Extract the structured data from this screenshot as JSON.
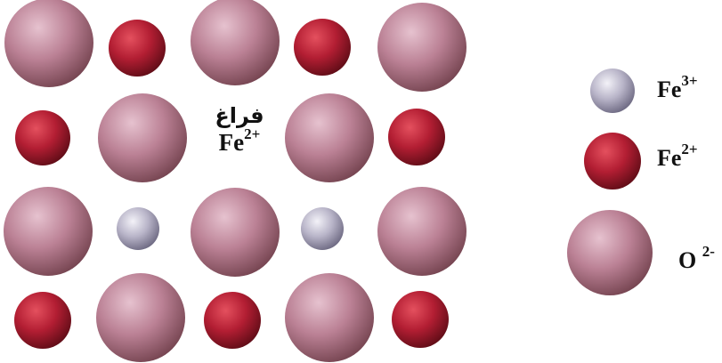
{
  "vacancy": {
    "word": "فراغ",
    "symbol": "Fe",
    "charge": "2+"
  },
  "legend": [
    {
      "kind": "fe3",
      "symbol": "Fe",
      "charge": "3+"
    },
    {
      "kind": "fe2",
      "symbol": "Fe",
      "charge": "2+"
    },
    {
      "kind": "o2",
      "symbol": "O",
      "charge": "2-"
    }
  ],
  "lattice": {
    "rows": [
      [
        "O2-",
        "Fe2+",
        "O2-",
        "Fe2+",
        "O2-"
      ],
      [
        "Fe2+",
        "O2-",
        "vacancy",
        "O2-",
        "Fe2+"
      ],
      [
        "O2-",
        "Fe3+",
        "O2-",
        "Fe3+",
        "O2-"
      ],
      [
        "Fe2+",
        "O2-",
        "Fe2+",
        "O2-",
        "Fe2+"
      ]
    ]
  },
  "colors": {
    "O2-": "#b87e92",
    "Fe2+": "#b01e32",
    "Fe3+": "#b4b0c4",
    "background": "#ffffff"
  }
}
